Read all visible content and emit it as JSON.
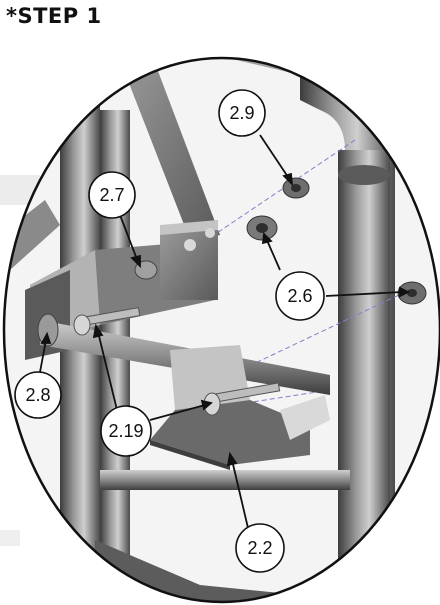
{
  "diagram": {
    "step_title": "*STEP 1",
    "callouts": [
      {
        "id": "c-2-9",
        "label": "2.9"
      },
      {
        "id": "c-2-7",
        "label": "2.7"
      },
      {
        "id": "c-2-6",
        "label": "2.6"
      },
      {
        "id": "c-2-8",
        "label": "2.8"
      },
      {
        "id": "c-2-19",
        "label": "2.19"
      },
      {
        "id": "c-2-2",
        "label": "2.2"
      }
    ],
    "colors": {
      "frame_dark": "#4a4a4a",
      "frame_mid": "#7a7a7a",
      "frame_light": "#b8b8b8",
      "hardware": "#6e6e6e",
      "axis_line": "#8080c8",
      "outline": "#111111"
    }
  }
}
